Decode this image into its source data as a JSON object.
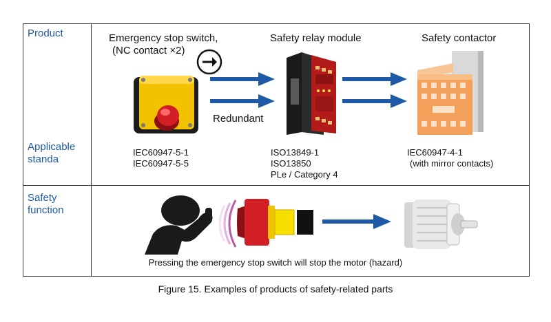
{
  "row_labels": {
    "product": "Product",
    "standards": "Applicable standa",
    "safety_function": "Safety function"
  },
  "products": [
    {
      "title_line1": "Emergency stop switch,",
      "title_line2": "(NC contact ×2)",
      "standards": [
        "IEC60947-5-1",
        "IEC60947-5-5"
      ]
    },
    {
      "title_line1": "Safety relay module",
      "standards": [
        "ISO13849-1",
        "ISO13850",
        "PLe / Category 4"
      ]
    },
    {
      "title_line1": "Safety contactor",
      "standards": [
        "IEC60947-4-1",
        "(with mirror contacts)"
      ]
    }
  ],
  "redundant_label": "Redundant",
  "safety_function_caption": "Pressing the emergency stop switch will stop the motor (hazard)",
  "figure_caption": "Figure 15. Examples of products of safety-related parts",
  "colors": {
    "label_blue": "#1f5aa6",
    "arrow_blue": "#1f5aa6",
    "switch_yellow": "#f2c200",
    "stop_red": "#d21f26",
    "relay_red": "#b31b1b",
    "contactor_orange": "#f3a15a"
  },
  "icons": [
    "arrow-right-circle-icon",
    "person-silhouette-icon",
    "motor-icon"
  ]
}
